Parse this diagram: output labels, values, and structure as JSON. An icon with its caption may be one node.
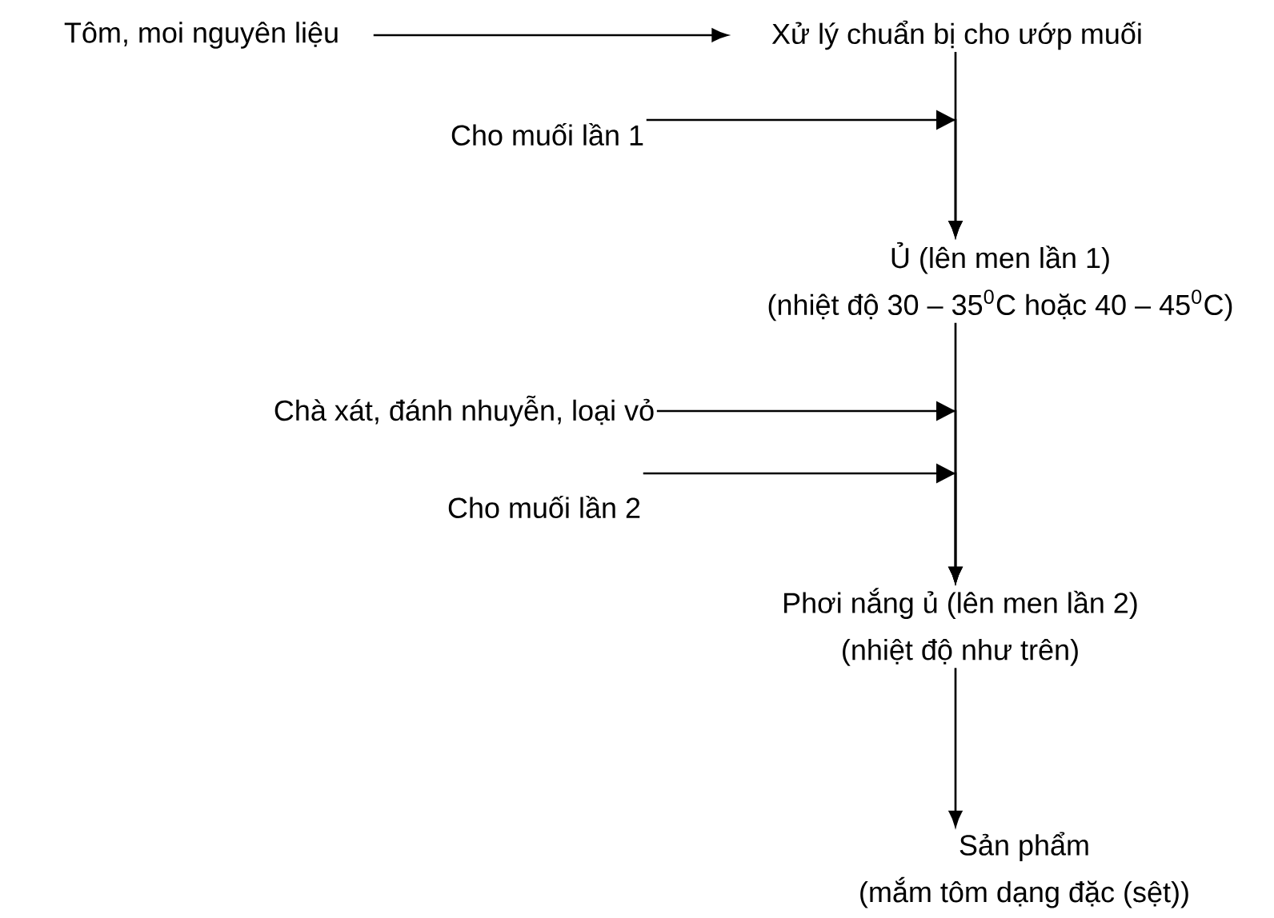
{
  "diagram": {
    "nodes": [
      {
        "text": [
          "Tôm, moi nguyên liệu"
        ]
      },
      {
        "text": [
          "Xử lý chuẩn bị cho ướp muối"
        ]
      },
      {
        "text": [
          "Cho muối lần 1"
        ]
      },
      {
        "text": [
          "Ủ (lên men lần 1)",
          "(nhiệt độ 30 – 35$^{0}$C hoặc 40 – 45$^{0}$C)"
        ]
      },
      {
        "text": [
          "Chà xát, đánh nhuyễn, loại vỏ"
        ]
      },
      {
        "text": [
          "Cho muối lần 2"
        ]
      },
      {
        "text": [
          "Phơi nắng ủ (lên men lần 2)",
          "(nhiệt độ như trên)"
        ]
      },
      {
        "text": [
          "Sản phẩm",
          "(mắm tôm dạng đặc (sệt))"
        ]
      }
    ],
    "edges": [
      {
        "from": 0,
        "to": 1,
        "arrow": "to"
      },
      {
        "from": 1,
        "to": 3,
        "arrow": "to"
      },
      {
        "from": 2,
        "to": 3,
        "arrow": "to"
      },
      {
        "from": 3,
        "to": 6,
        "arrow": "to"
      },
      {
        "from": 4,
        "to": 6,
        "arrow": "to"
      },
      {
        "from": 5,
        "to": 6,
        "arrow": "to"
      },
      {
        "from": 6,
        "to": 7,
        "arrow": "to"
      }
    ]
  }
}
